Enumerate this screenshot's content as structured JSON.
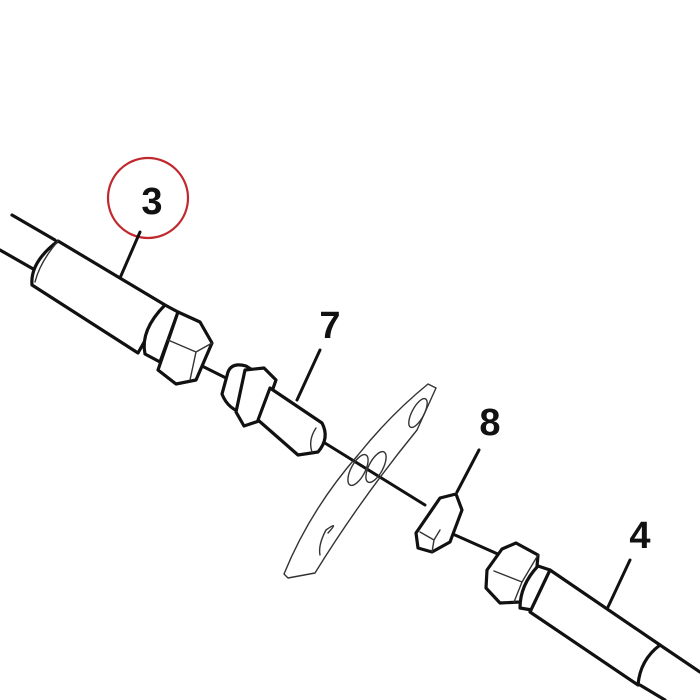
{
  "diagram": {
    "type": "exploded-parts-view",
    "colors": {
      "background": "#ffffff",
      "line": "#111111",
      "highlight_circle": "#c0282d"
    },
    "callouts": [
      {
        "id": "3",
        "label": "3",
        "part": "left-hose-assembly",
        "highlighted": true
      },
      {
        "id": "7",
        "label": "7",
        "part": "bulkhead-union-fitting",
        "highlighted": false
      },
      {
        "id": "8",
        "label": "8",
        "part": "lock-nut",
        "highlighted": false
      },
      {
        "id": "4",
        "label": "4",
        "part": "right-hose-assembly",
        "highlighted": false
      }
    ],
    "components": [
      {
        "name": "left-hose-assembly",
        "features": [
          "hose",
          "crimp-sleeve",
          "hex-nut-fitting"
        ]
      },
      {
        "name": "bulkhead-union-fitting",
        "features": [
          "hex-flange",
          "threaded-body"
        ]
      },
      {
        "name": "mounting-plate",
        "features": [
          "gasket-plate",
          "center-hole",
          "mount-holes"
        ]
      },
      {
        "name": "lock-nut",
        "features": [
          "hex-nut"
        ]
      },
      {
        "name": "right-hose-assembly",
        "features": [
          "hex-nut-fitting",
          "crimp-sleeve",
          "hose"
        ]
      }
    ]
  }
}
